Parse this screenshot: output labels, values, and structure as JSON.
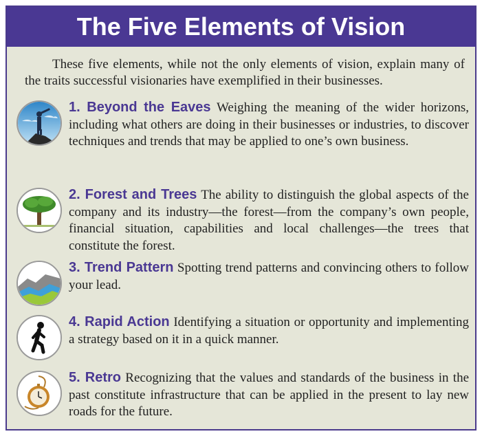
{
  "title": "The Five Elements of Vision",
  "intro": "These five elements, while not the only elements of vision, explain many of the traits successful visionaries have exemplified in their businesses.",
  "items": [
    {
      "number": "1.",
      "heading": "Beyond the Eaves",
      "body": "Weighing the meaning of the wider horizons, including what others are doing in their businesses or industries, to discover techniques and trends that may be applied to one’s own business.",
      "icon": "telescope-man-icon"
    },
    {
      "number": "2.",
      "heading": "Forest and Trees",
      "body": "The ability to distinguish the global aspects of the company and its industry—the forest—from the company’s own people, financial situation, capabilities and local challenges—the trees that constitute the forest.",
      "icon": "tree-icon"
    },
    {
      "number": "3.",
      "heading": "Trend Pattern",
      "body": "Spotting trend patterns and convincing others to follow your lead.",
      "icon": "trend-layers-icon"
    },
    {
      "number": "4.",
      "heading": "Rapid Action",
      "body": "Identifying a situation or opportunity and implementing a strategy based on it in a quick manner.",
      "icon": "walking-person-icon"
    },
    {
      "number": "5.",
      "heading": "Retro",
      "body": "Recognizing that the values and standards of the business in the past constitute infrastructure that can be applied in the present to lay new roads for the future.",
      "icon": "pocket-watch-icon"
    }
  ]
}
